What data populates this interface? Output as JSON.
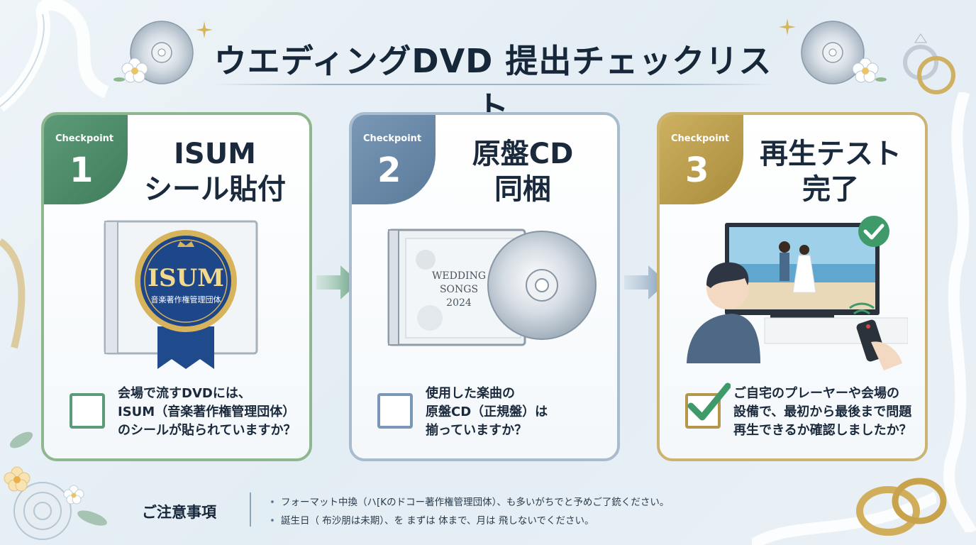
{
  "title": "ウエディングDVD 提出チェックリスト",
  "checkpoints": [
    {
      "label": "Checkpoint",
      "number": "1",
      "title_lines": [
        "ISUM",
        "シール貼付"
      ],
      "seal_text": "ISUM",
      "seal_subtext": "音楽著作権管理団体",
      "checked": false,
      "text_lines": [
        "会場で流すDVDには、",
        "ISUM（音楽著作権管理団体）",
        "のシールが貼られていますか？"
      ]
    },
    {
      "label": "Checkpoint",
      "number": "2",
      "title_lines": [
        "原盤CD",
        "同梱"
      ],
      "cd_label_lines": [
        "WEDDING",
        "SONGS",
        "2024"
      ],
      "checked": false,
      "text_lines": [
        "使用した楽曲の",
        "原盤CD（正規盤）は",
        "揃っていますか？"
      ]
    },
    {
      "label": "Checkpoint",
      "number": "3",
      "title_lines": [
        "再生テスト",
        "完了"
      ],
      "checked": true,
      "text_lines": [
        "ご自宅のプレーヤーや会場の",
        "設備で、最初から最後まで問題",
        "再生できるか確認しましたか？"
      ]
    }
  ],
  "notes": {
    "label": "ご注意事項",
    "items": [
      "フォーマット中換（ハ[Kのドコー著作権管理団体）、も多いがちでと予めご了銃ください。",
      "誕生日（ 布沙朋は未期）、を まずは 体まで、月は 飛しないでください。"
    ]
  },
  "colors": {
    "green": "#5c9a78",
    "blue": "#7a98b6",
    "gold": "#b4974b"
  }
}
